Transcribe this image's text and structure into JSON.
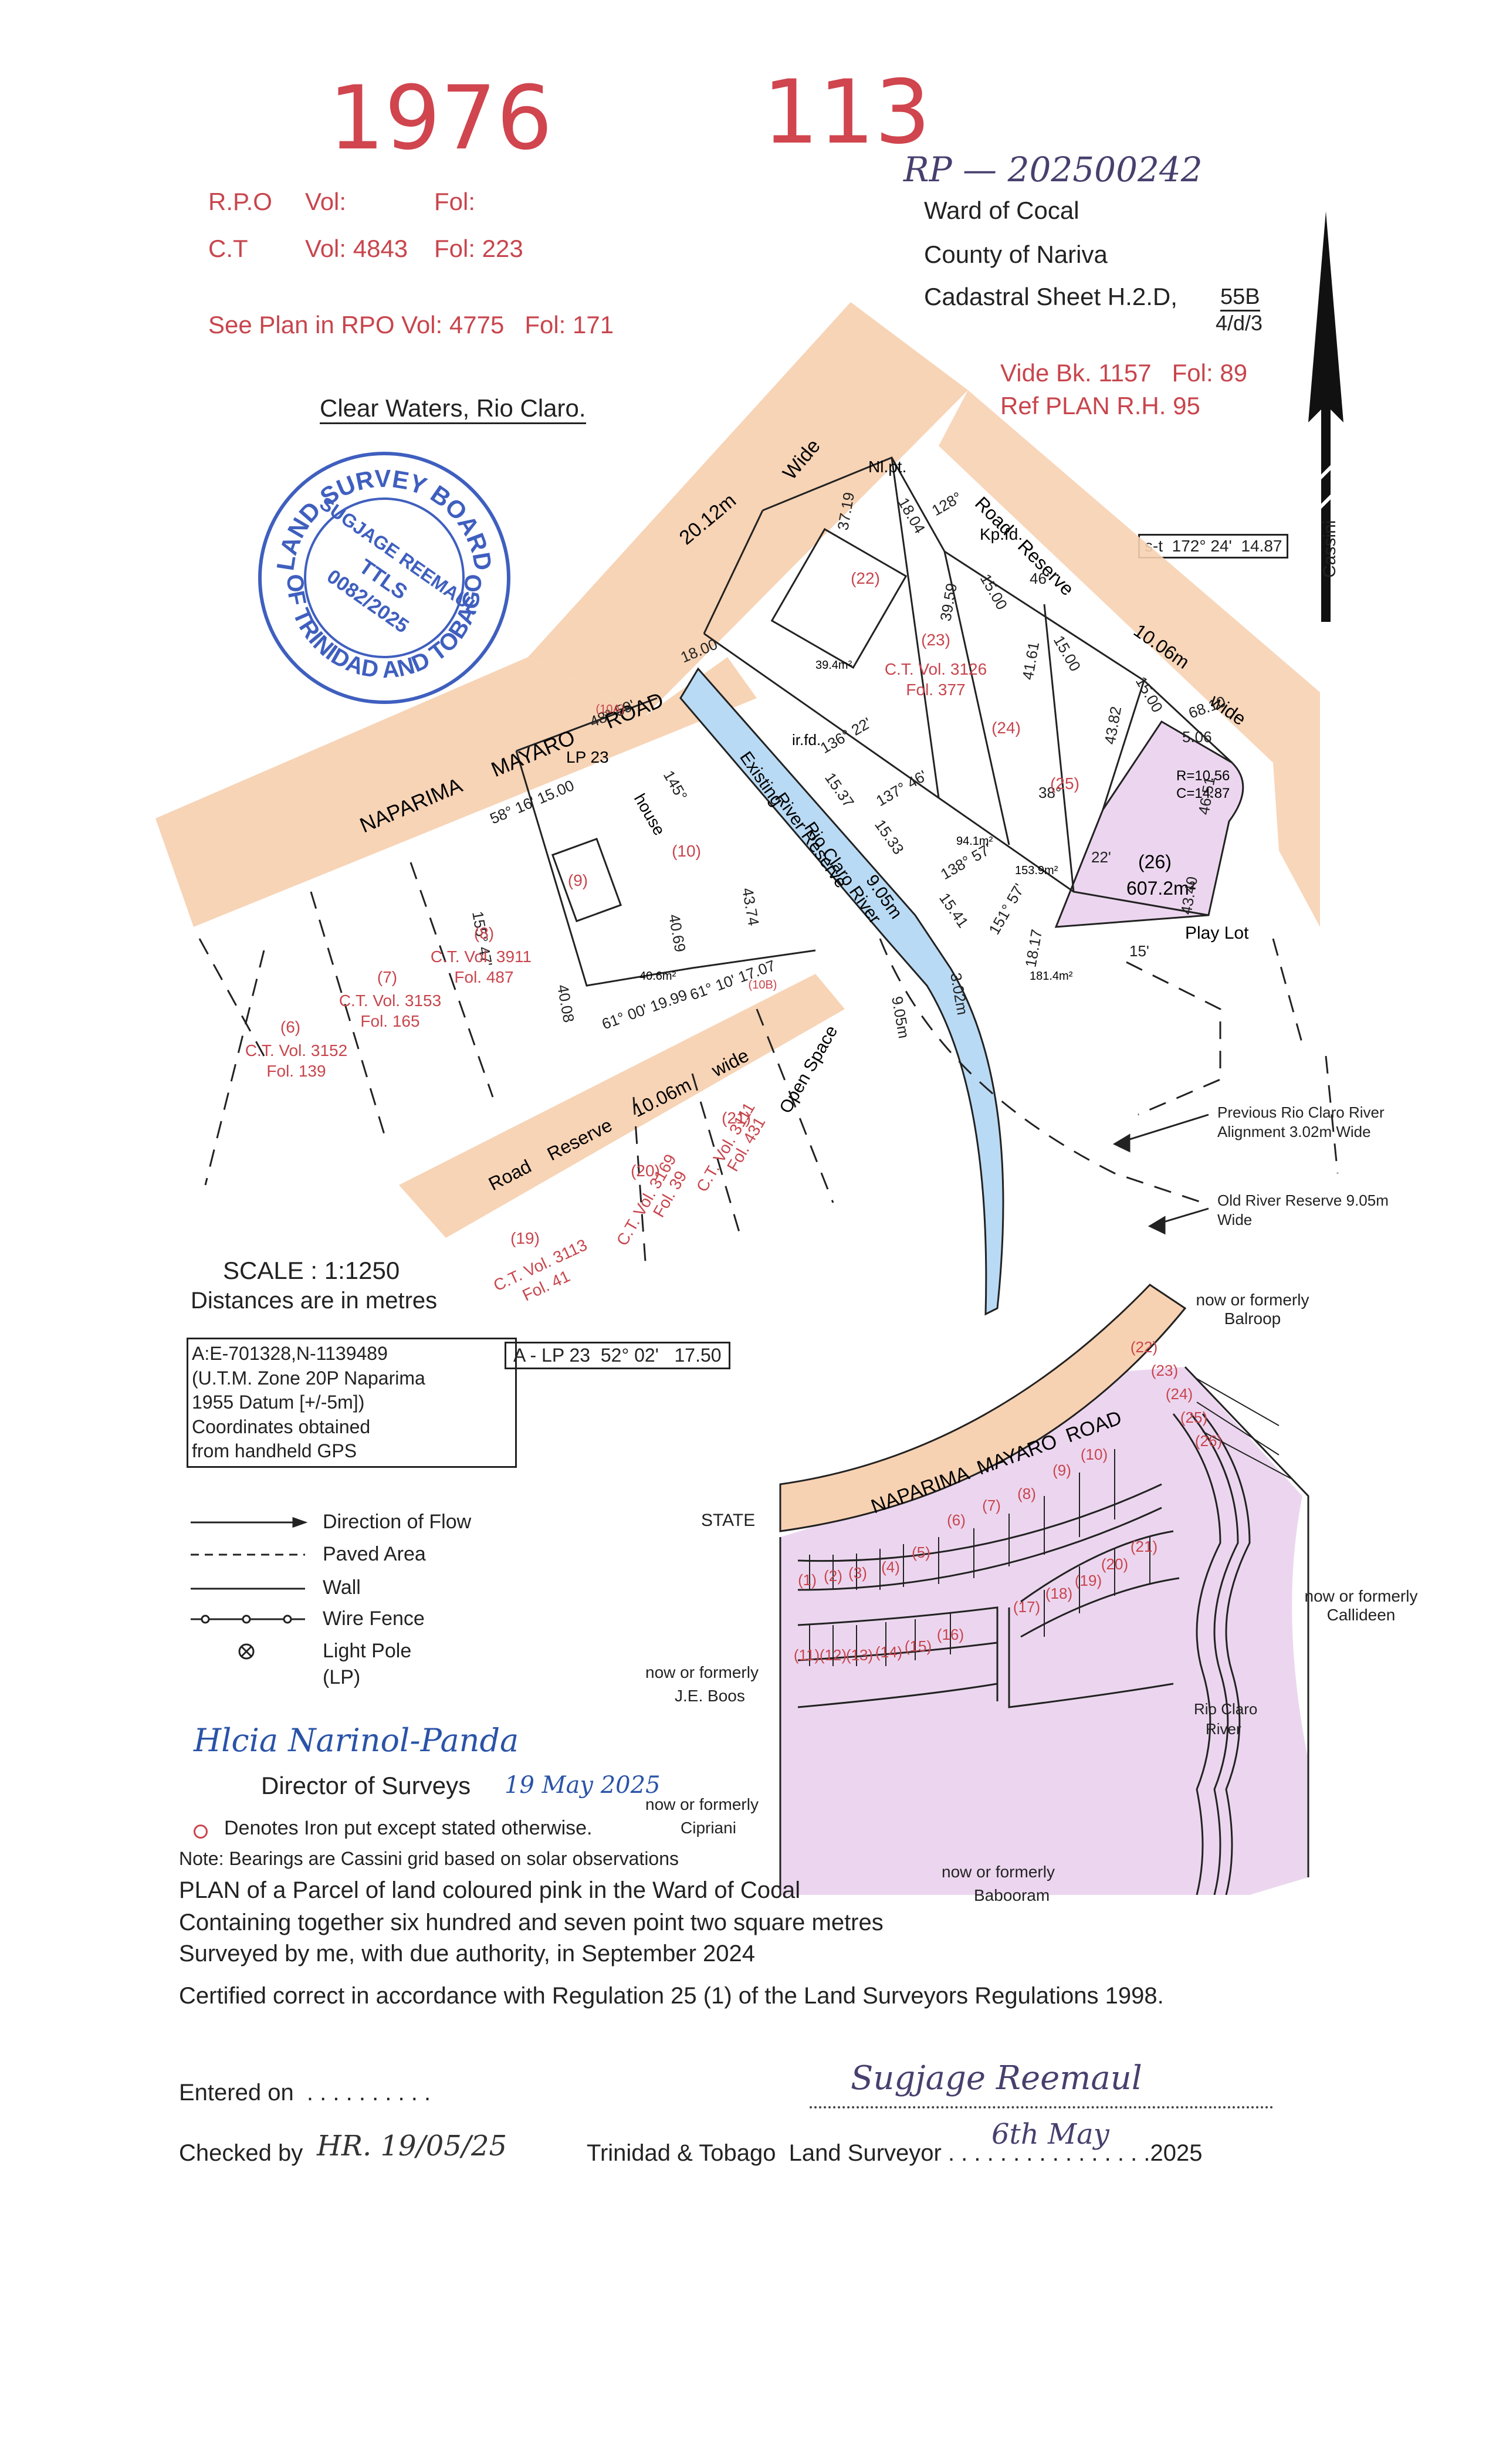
{
  "header": {
    "year": "1976",
    "number": "113",
    "rp_number": "RP — 202500242",
    "rpo": {
      "label": "R.P.O",
      "vol": "Vol:",
      "fol": "Fol:"
    },
    "ct": {
      "label": "C.T",
      "vol": "Vol: 4843",
      "fol": "Fol: 223"
    },
    "see_plan": "See Plan in RPO Vol: 4775   Fol: 171",
    "ward": "Ward of Cocal",
    "county": "County of Nariva",
    "sheet_label": "Cadastral Sheet H.2.D,",
    "sheet_num": "55B",
    "sheet_den": "4/d/3",
    "vide": "Vide Bk. 1157   Fol: 89",
    "ref_plan": "Ref PLAN R.H. 95",
    "location": "Clear Waters, Rio Claro.",
    "north": "Cassini",
    "st_box": "s-t  172° 24'  14.87"
  },
  "stamp": {
    "outer_top": "LAND SURVEY BOARD",
    "outer_bottom": "OF TRINIDAD AND TOBAGO",
    "line1": "SUGJAGE REEMAUL",
    "line2": "TTLS",
    "line3": "0082/2025"
  },
  "map": {
    "road_name": "NAPARIMA      MAYARO      ROAD",
    "road_width": "20.12m",
    "road_wide": "Wide",
    "road_reserve_top": "Road   Reserve",
    "road_reserve_bottom": "Road    Reserve     10.06m     wide",
    "reserve_width": "10.06m",
    "wide": "wide",
    "river": "Rio Claro River",
    "existing_river": "Existing",
    "river_reserve": "River Reserve",
    "river_reserve_width": "9.05m",
    "open_space": "Open Space",
    "play_lot": "Play Lot",
    "lp": "LP 23",
    "nl_pt": "Nl.pt.",
    "kp_fd": "Kp.fd.",
    "ir_fd": "ir.fd.",
    "house": "house",
    "curve": "R=10.56",
    "curve2": "C=14.87",
    "prev_alignment": "Previous Rio Claro River Alignment 3.02m Wide",
    "old_reserve": "Old River Reserve 9.05m Wide",
    "parcel_26": "(26)",
    "parcel_26_area": "607.2m²",
    "area_small1": "39.4m²",
    "area_small2": "94.1m²",
    "area_small3": "153.9m²",
    "area_small4": "181.4m²",
    "area_small5": "40.6m²",
    "bearings": [
      "58° 16' 15.00",
      "48° 59'",
      "18.00",
      "37.19",
      "18.04",
      "128°",
      "15.00",
      "46'",
      "15.00",
      "15.00",
      "68.10",
      "5.06",
      "39.59",
      "41.61",
      "43.82",
      "46.51",
      "43.40",
      "155° 47'",
      "40.08",
      "61° 00' 19.99",
      "61° 10' 17.07",
      "136° 22'",
      "15.37",
      "137° 46'",
      "15.33",
      "138° 57'",
      "15.41",
      "151° 57'",
      "18.17",
      "145°",
      "43.74",
      "40.69",
      "38°",
      "22'",
      "15'",
      "9.05m",
      "3.02m"
    ],
    "parcels": [
      {
        "num": "(22)"
      },
      {
        "num": "(23)",
        "ct": "C.T. Vol. 3126",
        "fol": "Fol. 377"
      },
      {
        "num": "(24)"
      },
      {
        "num": "(25)"
      },
      {
        "num": "(10)"
      },
      {
        "num": "(10A)"
      },
      {
        "num": "(10B)"
      },
      {
        "num": "(9)"
      },
      {
        "num": "(8)",
        "ct": "C.T. Vol. 3911",
        "fol": "Fol. 487"
      },
      {
        "num": "(7)",
        "ct": "C.T. Vol. 3153",
        "fol": "Fol. 165"
      },
      {
        "num": "(6)",
        "ct": "C.T. Vol. 3152",
        "fol": "Fol. 139"
      },
      {
        "num": "(19)",
        "ct": "C.T. Vol. 3113",
        "fol": "Fol. 41"
      },
      {
        "num": "(20)",
        "ct": "C.T. Vol. 3169",
        "fol": "Fol. 39"
      },
      {
        "num": "(21)",
        "ct": "C.T. Vol. 3111",
        "fol": "Fol. 431"
      }
    ]
  },
  "scale": {
    "label": "SCALE : 1:1250",
    "units": "Distances are in metres"
  },
  "coords": {
    "a": "A:E-701328,N-1139489",
    "zone": "(U.T.M. Zone 20P Naparima",
    "datum": "1955 Datum [+/-5m])",
    "obtained": "Coordinates obtained",
    "gps": "from handheld GPS",
    "lp_line": "A - LP 23  52° 02'   17.50"
  },
  "legend": [
    {
      "label": "Direction of Flow"
    },
    {
      "label": "Paved Area"
    },
    {
      "label": "Wall"
    },
    {
      "label": "Wire Fence"
    },
    {
      "label": "Light Pole"
    },
    {
      "label": "(LP)"
    }
  ],
  "keymap": {
    "road": "NAPARIMA  MAYARO  ROAD",
    "state": "STATE",
    "balroop": "now or formerly Balroop",
    "callideen": "now or formerly Callideen",
    "boos1": "now or formerly",
    "boos2": "J.E. Boos",
    "cipriani1": "now or formerly",
    "cipriani2": "Cipriani",
    "babooram1": "now or formerly",
    "babooram2": "Babooram",
    "river1": "Rio Claro",
    "river2": "River",
    "lots": [
      "(1)",
      "(2)",
      "(3)",
      "(4)",
      "(5)",
      "(6)",
      "(7)",
      "(8)",
      "(9)",
      "(10)",
      "(11)",
      "(12)",
      "(13)",
      "(14)",
      "(15)",
      "(16)",
      "(17)",
      "(18)",
      "(19)",
      "(20)",
      "(21)",
      "(22)",
      "(23)",
      "(24)",
      "(25)",
      "(26)"
    ]
  },
  "footer": {
    "director_sig": "Hlcia Narinol-Panda",
    "director_date": "19 May 2025",
    "director": "Director of Surveys",
    "iron_note": "Denotes Iron put except stated otherwise.",
    "bearings_note": "Note: Bearings are Cassini grid based on solar observations",
    "plan_line1": "PLAN of a Parcel of land coloured pink in the Ward of Cocal",
    "plan_line2": "Containing together six hundred and seven point two square metres",
    "plan_line3": "Surveyed by me, with due authority, in September 2024",
    "certified": "Certified correct in accordance with Regulation 25 (1) of the Land Surveyors Regulations 1998.",
    "entered": "Entered on  . . . . . . . . . .",
    "checked": "Checked by",
    "checked_sig": "HR. 19/05/25",
    "surveyor_sig": "Sugjage Reemaul",
    "surveyor_line": "Trinidad & Tobago  Land Surveyor . . . . . . . . . . . . . . . .2025",
    "surveyor_date": "6th May"
  },
  "colors": {
    "pink": "#ecd6ef",
    "road": "#f7d2b2",
    "river": "#b9daf4",
    "red": "#c8454d",
    "stamp": "#3f5fbf"
  }
}
